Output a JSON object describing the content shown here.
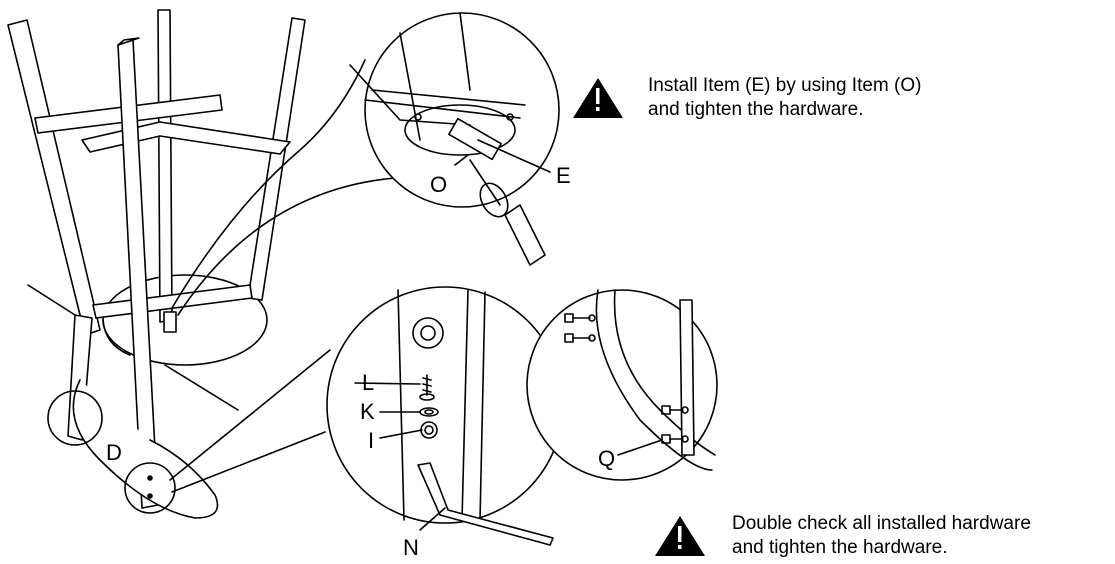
{
  "notes": {
    "top": {
      "line1": "Install Item (E) by using Item (O)",
      "line2": "and tighten the hardware."
    },
    "bottom": {
      "line1": "Double check all installed hardware",
      "line2": "and tighten the hardware."
    }
  },
  "labels": {
    "E": "E",
    "O": "O",
    "D": "D",
    "L": "L",
    "K": "K",
    "I": "I",
    "N": "N",
    "Q": "Q"
  },
  "icons": {
    "warning": "warning-triangle-icon"
  },
  "colors": {
    "ink": "#000000",
    "paper": "#ffffff"
  }
}
